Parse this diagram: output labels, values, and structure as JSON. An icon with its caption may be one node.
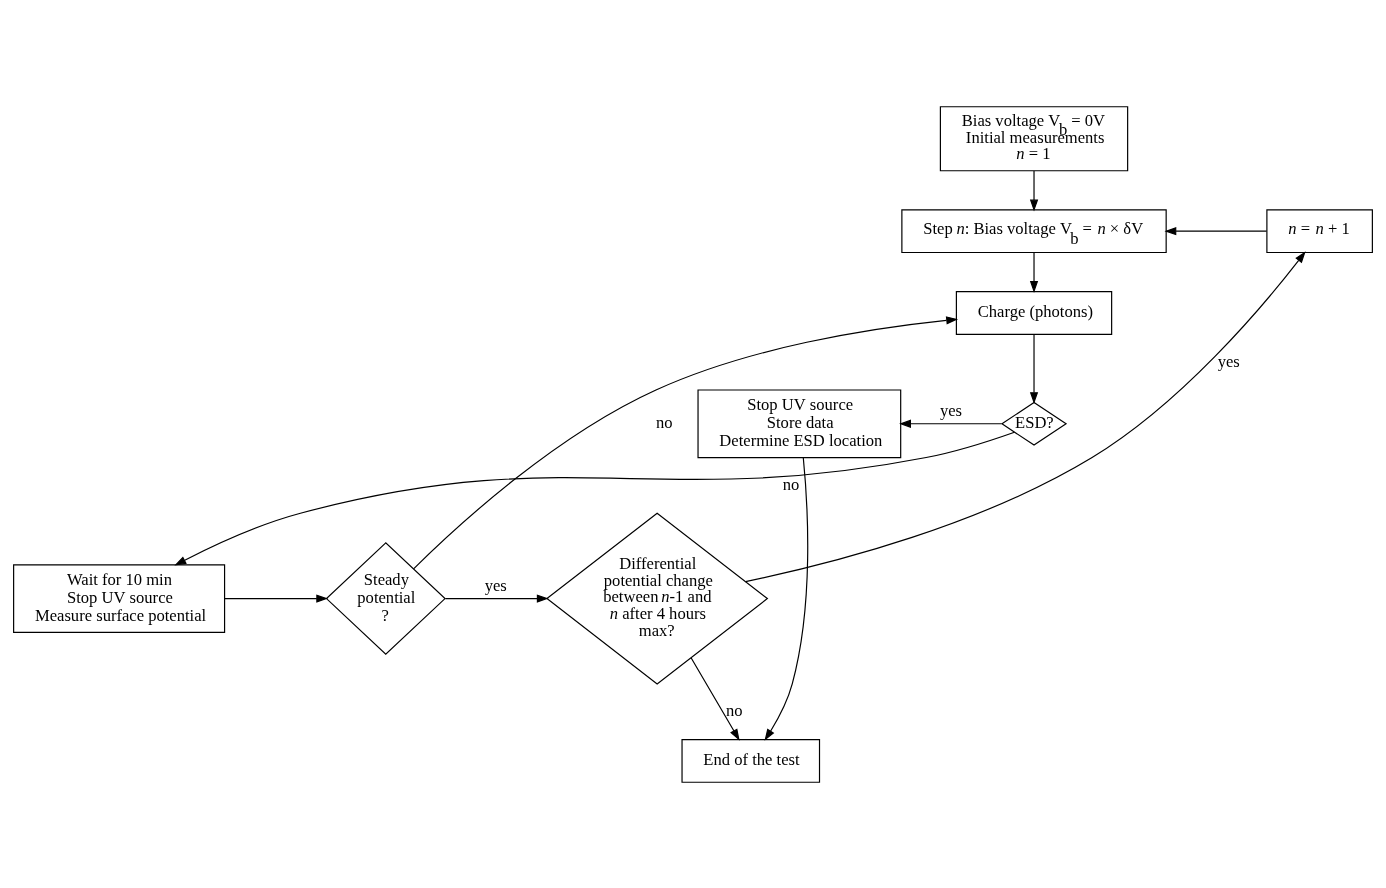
{
  "diagram": {
    "nodes": [
      {
        "text": [
          "Bias voltage V$_{b}$ = 0V",
          "Initial measurements",
          "*n* = 1"
        ]
      },
      {
        "text": [
          "Step *n*: Bias voltage V$_{b}$ = *n* × δV"
        ]
      },
      {
        "text": [
          "*n* = *n* + 1"
        ]
      },
      {
        "text": [
          "Charge (photons)"
        ]
      },
      {
        "text": [
          "Stop UV source",
          "Store data",
          "Determine ESD location"
        ]
      },
      {
        "text": [
          "ESD?"
        ]
      },
      {
        "text": [
          "Wait for 10 min",
          "Stop UV source",
          "Measure surface potential"
        ]
      },
      {
        "text": [
          "Steady potential ?"
        ]
      },
      {
        "text": [
          "Differential potential change between *n*-1 and *n* after 4 hours max?"
        ]
      },
      {
        "text": [
          "End of the test"
        ]
      }
    ],
    "edges": [
      {
        "from": 0,
        "to": 1,
        "arrow": "to"
      },
      {
        "from": 2,
        "to": 1,
        "arrow": "to"
      },
      {
        "from": 1,
        "to": 3,
        "arrow": "to"
      },
      {
        "from": 3,
        "to": 5,
        "arrow": "to"
      },
      {
        "from": 5,
        "to": 4,
        "arrow": "to",
        "label": "yes"
      },
      {
        "from": 5,
        "to": 6,
        "arrow": "to",
        "label": "no"
      },
      {
        "from": 6,
        "to": 7,
        "arrow": "to"
      },
      {
        "from": 7,
        "to": 3,
        "arrow": "to",
        "label": "no"
      },
      {
        "from": 7,
        "to": 8,
        "arrow": "to",
        "label": "yes"
      },
      {
        "from": 8,
        "to": 2,
        "arrow": "to",
        "label": "yes"
      },
      {
        "from": 8,
        "to": 9,
        "arrow": "to",
        "label": "no"
      },
      {
        "from": 4,
        "to": 9,
        "arrow": "to"
      }
    ]
  }
}
